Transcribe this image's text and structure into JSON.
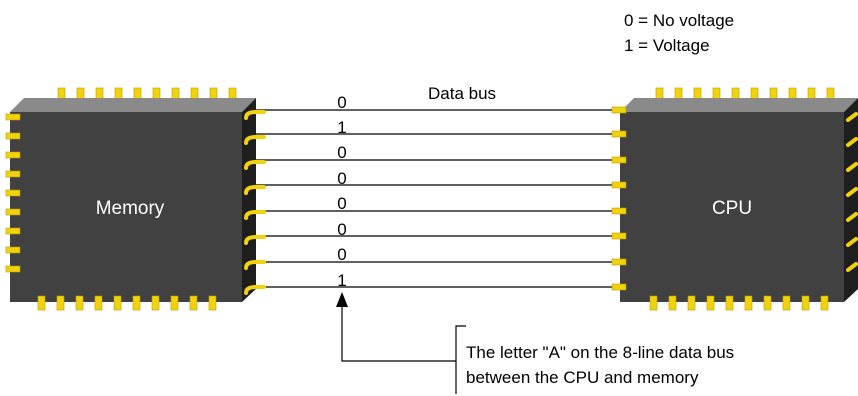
{
  "legend": {
    "zero": "0 = No voltage",
    "one": "1 = Voltage"
  },
  "bus": {
    "title": "Data bus",
    "bits": [
      "0",
      "1",
      "0",
      "0",
      "0",
      "0",
      "0",
      "1"
    ]
  },
  "memory_chip": {
    "label": "Memory"
  },
  "cpu_chip": {
    "label": "CPU"
  },
  "callout": {
    "line1": "The letter \"A\" on the 8-line data bus",
    "line2": "between the CPU and memory"
  },
  "colors": {
    "chip_body": "#414141",
    "chip_top_edge": "#8a8a8a",
    "chip_right_edge": "#1e1e1e",
    "pin_gold": "#f2d20d",
    "line": "#000000",
    "chip_text": "#ffffff"
  }
}
